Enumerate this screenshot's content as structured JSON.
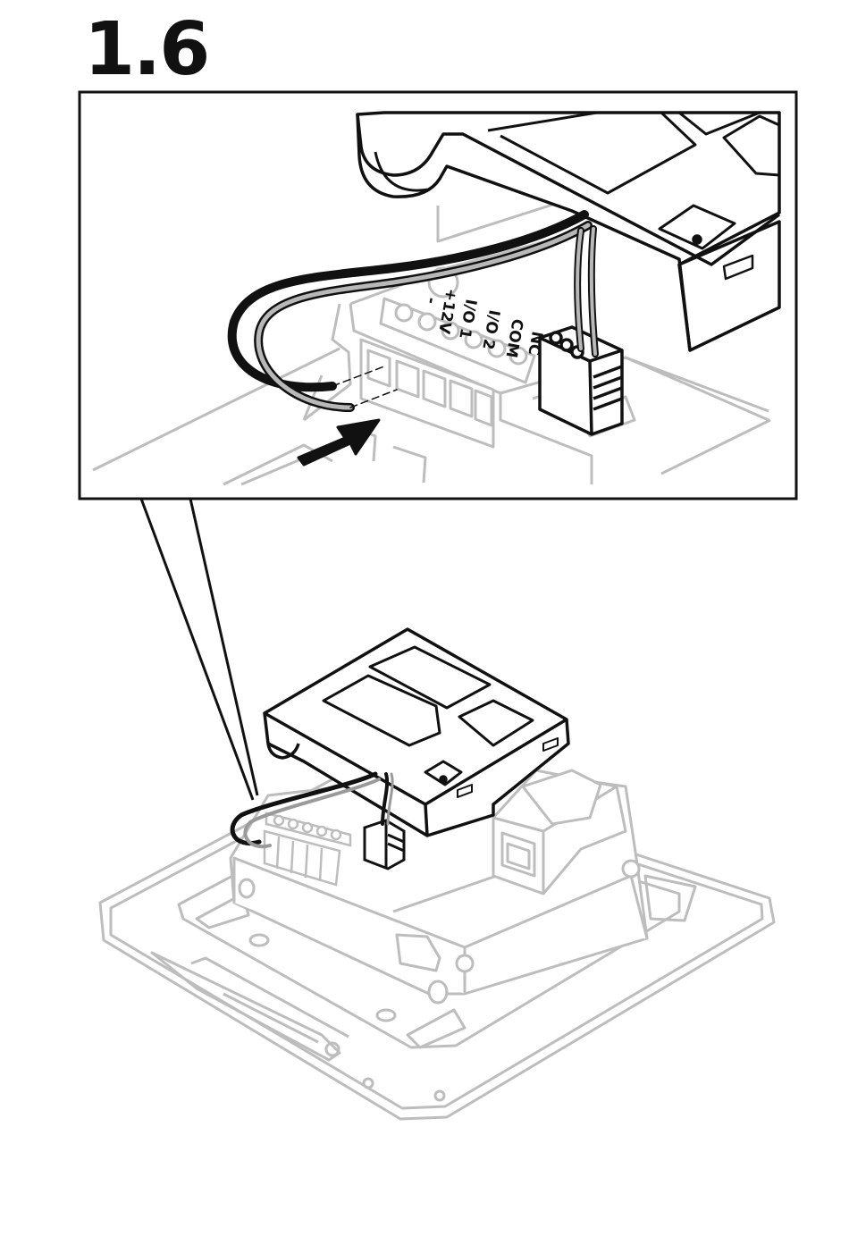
{
  "step": {
    "number": "1.6"
  },
  "terminal_labels": [
    "-",
    "+12V",
    "I/O 1",
    "I/O 2",
    "COM",
    "NC"
  ],
  "colors": {
    "line": "#111111",
    "ghost_line": "#bdbdbd",
    "wire_gray": "#9a9a9a",
    "background": "#ffffff"
  },
  "icons": [
    "insertion-arrow-icon",
    "rj45-port-icon"
  ]
}
